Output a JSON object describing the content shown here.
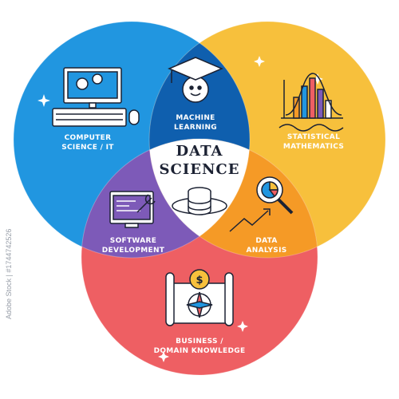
{
  "diagram": {
    "center": {
      "line1": "DATA",
      "line2": "SCIENCE"
    },
    "regions": {
      "computer_science": {
        "line1": "COMPUTER",
        "line2": "SCIENCE / IT",
        "color": "#2196e0"
      },
      "statistics": {
        "line1": "STATISTICAL",
        "line2": "MATHEMATICS",
        "color": "#f7c03c"
      },
      "business": {
        "line1": "BUSINESS /",
        "line2": "DOMAIN KNOWLEDGE",
        "color": "#ee5f63"
      },
      "machine_learning": {
        "line1": "MACHINE",
        "line2": "LEARNING",
        "color": "#0f5fae"
      },
      "software_development": {
        "line1": "SOFTWARE",
        "line2": "DEVELOPMENT",
        "color": "#7d5ab8"
      },
      "data_analysis": {
        "line1": "DATA",
        "line2": "ANALYSIS",
        "color": "#f59a26"
      }
    },
    "icons": [
      "computer-icon",
      "graduation-cap-gear-icon",
      "bell-curve-chart-icon",
      "code-wrench-icon",
      "database-icon",
      "magnifier-trend-icon",
      "map-compass-icon",
      "dollar-coin-icon"
    ]
  },
  "watermark": {
    "side_text": "Adobe Stock | #1744742526"
  }
}
